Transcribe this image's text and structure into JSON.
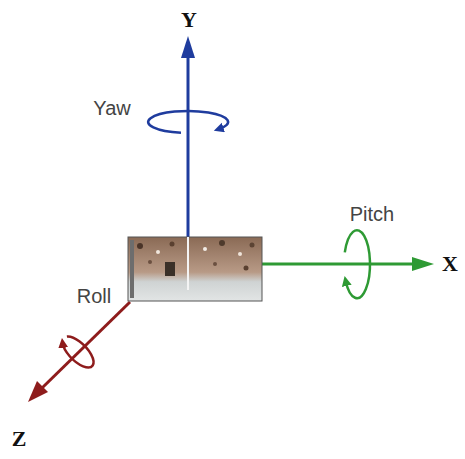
{
  "diagram": {
    "labels": [
      "Y",
      "Yaw",
      "Pitch",
      "X",
      "Roll",
      "Z"
    ]
  }
}
